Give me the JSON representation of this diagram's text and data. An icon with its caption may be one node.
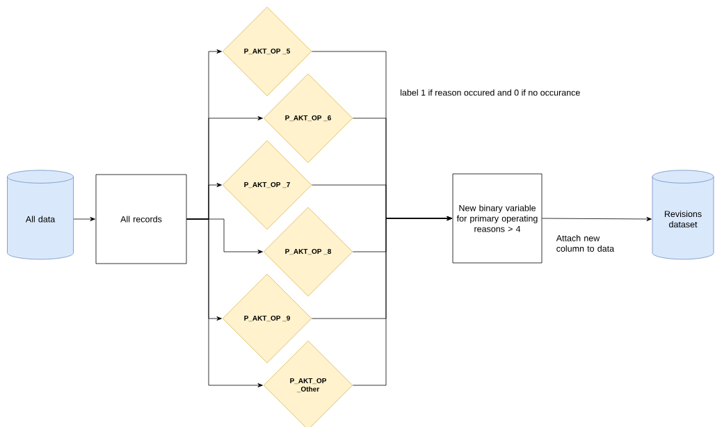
{
  "diagram": {
    "nodes": [
      {
        "text": [
          "All data"
        ]
      },
      {
        "text": [
          "All records"
        ]
      },
      {
        "text": [
          "P_AKT_OP _5"
        ]
      },
      {
        "text": [
          "P_AKT_OP _6"
        ]
      },
      {
        "text": [
          "P_AKT_OP _7"
        ]
      },
      {
        "text": [
          "P_AKT_OP _8"
        ]
      },
      {
        "text": [
          "P_AKT_OP _9"
        ]
      },
      {
        "text": [
          "P_AKT_OP _Other"
        ]
      },
      {
        "text": [
          "New binary variable for primary operating reasons > 4"
        ]
      },
      {
        "text": [
          "Revisions dataset"
        ]
      }
    ],
    "edges": [
      {
        "from": 0,
        "to": 1,
        "arrow": "to"
      },
      {
        "from": 1,
        "to": 2,
        "arrow": "to"
      },
      {
        "from": 1,
        "to": 3,
        "arrow": "to"
      },
      {
        "from": 1,
        "to": 4,
        "arrow": "to"
      },
      {
        "from": 1,
        "to": 5,
        "arrow": "to"
      },
      {
        "from": 1,
        "to": 6,
        "arrow": "to"
      },
      {
        "from": 1,
        "to": 7,
        "arrow": "to"
      },
      {
        "from": 2,
        "to": 8,
        "arrow": "to"
      },
      {
        "from": 3,
        "to": 8,
        "arrow": "to"
      },
      {
        "from": 4,
        "to": 8,
        "arrow": "to"
      },
      {
        "from": 5,
        "to": 8,
        "arrow": "to"
      },
      {
        "from": 6,
        "to": 8,
        "arrow": "to"
      },
      {
        "from": 7,
        "to": 8,
        "arrow": "to"
      },
      {
        "from": 8,
        "to": 9,
        "label": "Attach new column to data",
        "arrow": "to"
      }
    ],
    "labels": [
      "label 1 if reason occured and 0 if no occurance"
    ]
  }
}
